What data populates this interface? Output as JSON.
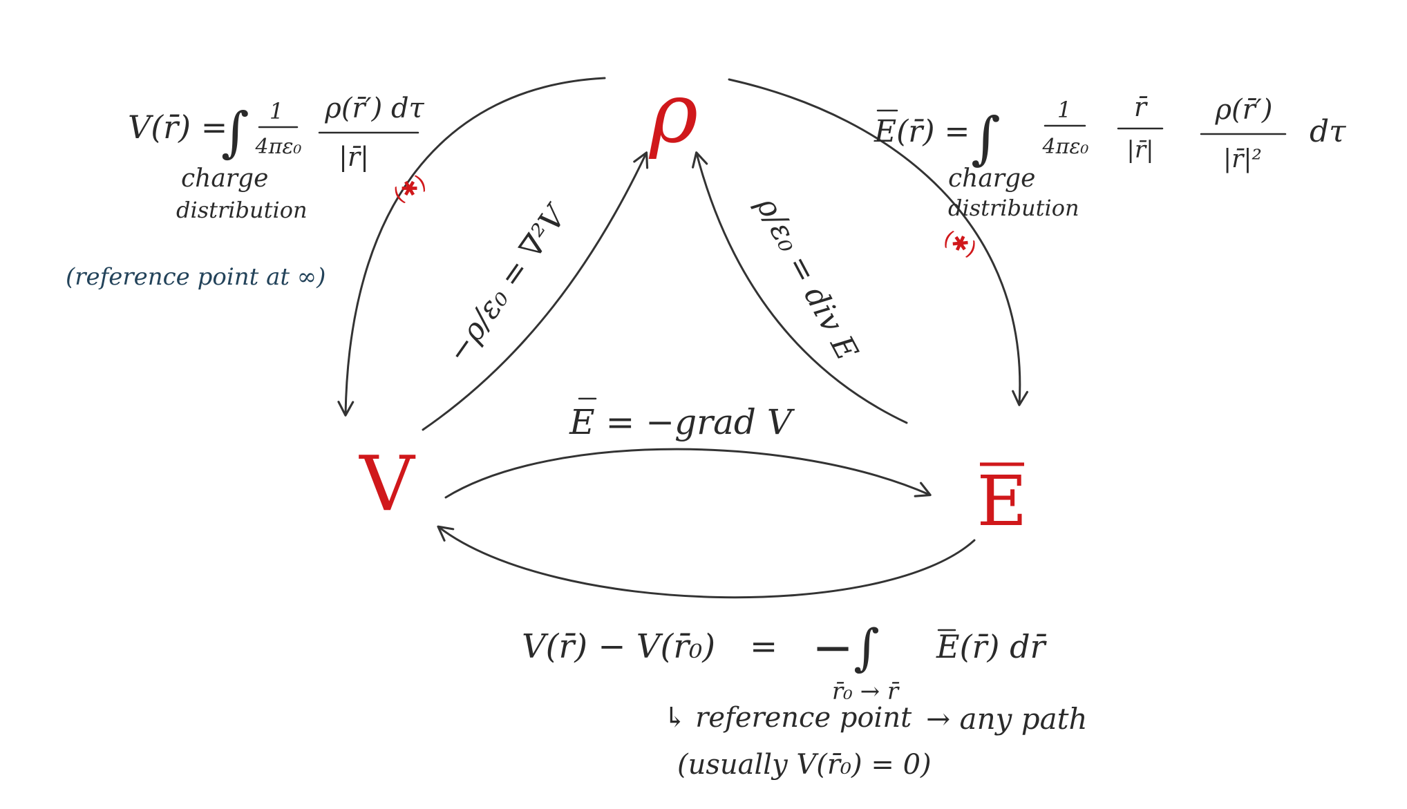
{
  "colors": {
    "ink": "#2a2a2a",
    "node_red": "#d0181b",
    "note_blue": "#23435a"
  },
  "nodes": {
    "rho": "ρ",
    "potential": "V",
    "field": "E"
  },
  "top_left_formula": {
    "lhs": "V(r̄) =",
    "integral": "∫",
    "factor_num": "1",
    "factor_den": "4πε₀",
    "fraction_num": "ρ(r̄′) dτ",
    "fraction_den": "|r̄|",
    "subscript_line1": "charge",
    "subscript_line2": "distribution",
    "note": "(reference point at ∞)",
    "marker": "(✱)"
  },
  "top_right_formula": {
    "lhs": "E(r̄) =",
    "integral": "∫",
    "factor_num": "1",
    "factor_den": "4πε₀",
    "unit_num": "r̄",
    "unit_den": "|r̄|",
    "fraction_num": "ρ(r̄′)",
    "fraction_den": "|r̄|²",
    "tail": "dτ",
    "subscript_line1": "charge",
    "subscript_line2": "distribution",
    "marker": "(✱)"
  },
  "edge_labels": {
    "laplacian": "−ρ/ε₀ = ∇²V",
    "divergence": "ρ/ε₀ = div E",
    "gradient": "E = −grad V"
  },
  "bottom_formula": {
    "lhs": "V(r̄) − V(r̄₀)",
    "equals": "=",
    "minus_integral": "−∫",
    "integrand": "E(r̄) dr̄",
    "limits": "r̄₀ → r̄",
    "note_reference": "↳ reference point",
    "note_reference_detail": "(usually V(r̄₀) = 0)",
    "note_path": "→ any path"
  }
}
